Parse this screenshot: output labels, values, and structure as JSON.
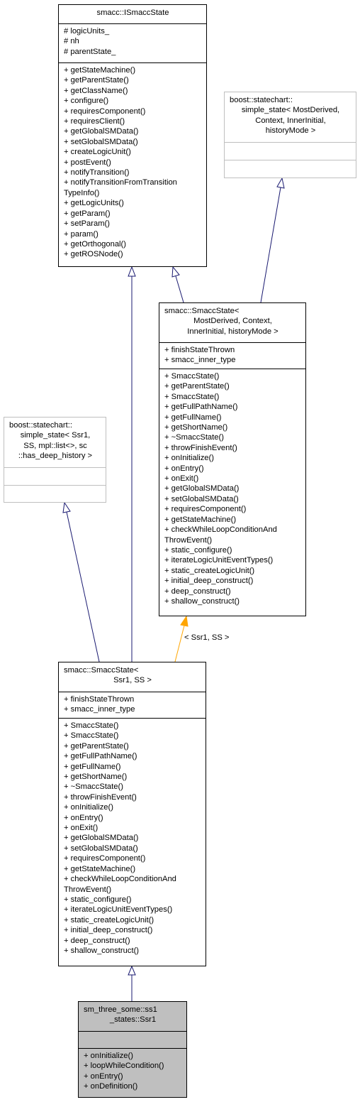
{
  "colors": {
    "gray_box_border": "#bfbfbf",
    "focus_box_fill": "#bfbfbf",
    "edge_navy": "#191970",
    "template_edge": "#ffa500"
  },
  "classes": {
    "ismaccstate": {
      "title": [
        "smacc::ISmaccState"
      ],
      "attributes": [
        "# logicUnits_",
        "# nh",
        "# parentState_"
      ],
      "methods": [
        "+ getStateMachine()",
        "+ getParentState()",
        "+ getClassName()",
        "+ configure()",
        "+ requiresComponent()",
        "+ requiresClient()",
        "+ getGlobalSMData()",
        "+ setGlobalSMData()",
        "+ createLogicUnit()",
        "+ postEvent()",
        "+ notifyTransition()",
        "+ notifyTransitionFromTransition",
        "TypeInfo()",
        "+ getLogicUnits()",
        "+ getParam()",
        "+ setParam()",
        "+ param()",
        "+ getOrthogonal()",
        "+ getROSNode()"
      ]
    },
    "boost_simple_state_generic": {
      "title": [
        "boost::statechart::",
        "simple_state< MostDerived,",
        "Context, InnerInitial,",
        "historyMode >"
      ],
      "attributes": [],
      "methods": []
    },
    "smaccstate_template": {
      "title": [
        "smacc::SmaccState<",
        "MostDerived, Context,",
        "InnerInitial, historyMode >"
      ],
      "attributes": [
        "+ finishStateThrown",
        "+ smacc_inner_type"
      ],
      "methods": [
        "+ SmaccState()",
        "+ getParentState()",
        "+ SmaccState()",
        "+ getFullPathName()",
        "+ getFullName()",
        "+ getShortName()",
        "+ ~SmaccState()",
        "+ throwFinishEvent()",
        "+ onInitialize()",
        "+ onEntry()",
        "+ onExit()",
        "+ getGlobalSMData()",
        "+ setGlobalSMData()",
        "+ requiresComponent()",
        "+ getStateMachine()",
        "+ checkWhileLoopConditionAnd",
        "ThrowEvent()",
        "+ static_configure()",
        "+ iterateLogicUnitEventTypes()",
        "+ static_createLogicUnit()",
        "+ initial_deep_construct()",
        "+ deep_construct()",
        "+ shallow_construct()"
      ]
    },
    "boost_simple_state_ssr1": {
      "title": [
        "boost::statechart::",
        "simple_state< Ssr1,",
        "SS, mpl::list<>, sc",
        "::has_deep_history >"
      ],
      "attributes": [],
      "methods": []
    },
    "smaccstate_ssr1": {
      "title": [
        "smacc::SmaccState<",
        "Ssr1, SS >"
      ],
      "attributes": [
        "+ finishStateThrown",
        "+ smacc_inner_type"
      ],
      "methods": [
        "+ SmaccState()",
        "+ SmaccState()",
        "+ getParentState()",
        "+ getFullPathName()",
        "+ getFullName()",
        "+ getShortName()",
        "+ ~SmaccState()",
        "+ throwFinishEvent()",
        "+ onInitialize()",
        "+ onEntry()",
        "+ onExit()",
        "+ getGlobalSMData()",
        "+ setGlobalSMData()",
        "+ requiresComponent()",
        "+ getStateMachine()",
        "+ checkWhileLoopConditionAnd",
        "ThrowEvent()",
        "+ static_configure()",
        "+ iterateLogicUnitEventTypes()",
        "+ static_createLogicUnit()",
        "+ initial_deep_construct()",
        "+ deep_construct()",
        "+ shallow_construct()"
      ]
    },
    "ssr1": {
      "title": [
        "sm_three_some::ss1",
        "_states::Ssr1"
      ],
      "attributes": [],
      "methods": [
        "+ onInitialize()",
        "+ loopWhileCondition()",
        "+ onEntry()",
        "+ onDefinition()"
      ]
    }
  },
  "template_binding_label": "< Ssr1, SS >"
}
